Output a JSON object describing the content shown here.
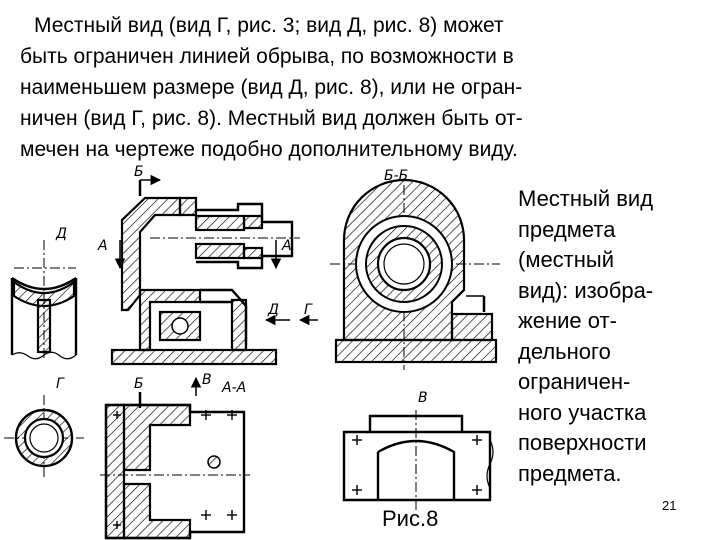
{
  "paragraph": {
    "lines": [
      "Местный вид (вид Г, рис. 3; вид Д, рис. 8) может",
      "быть ограничен линией обрыва, по возможности в",
      "наименьшем размере (вид Д, рис. 8), или не огран-",
      "ничен (вид Г, рис. 8). Местный вид должен быть  от-",
      "мечен на чертеже подобно дополнительному виду."
    ]
  },
  "definition": {
    "lines": [
      "Местный вид",
      "предмета",
      "(местный",
      "вид): изобра-",
      "жение от-",
      "дельного",
      "ограничен-",
      "ного участка",
      "поверхности",
      "предмета."
    ]
  },
  "figure": {
    "caption": "Рис.8",
    "labels": {
      "view_d": "Д",
      "view_g": "Г",
      "b_top": "Б",
      "a_left": "A",
      "a_right": "A",
      "d_arrow": "Д",
      "g_arrow": "Г",
      "section_bb": "Б-Б",
      "b_bottom": "Б",
      "v_arrow": "В",
      "section_aa": "А-А",
      "view_v": "В"
    }
  },
  "page_number": "21"
}
